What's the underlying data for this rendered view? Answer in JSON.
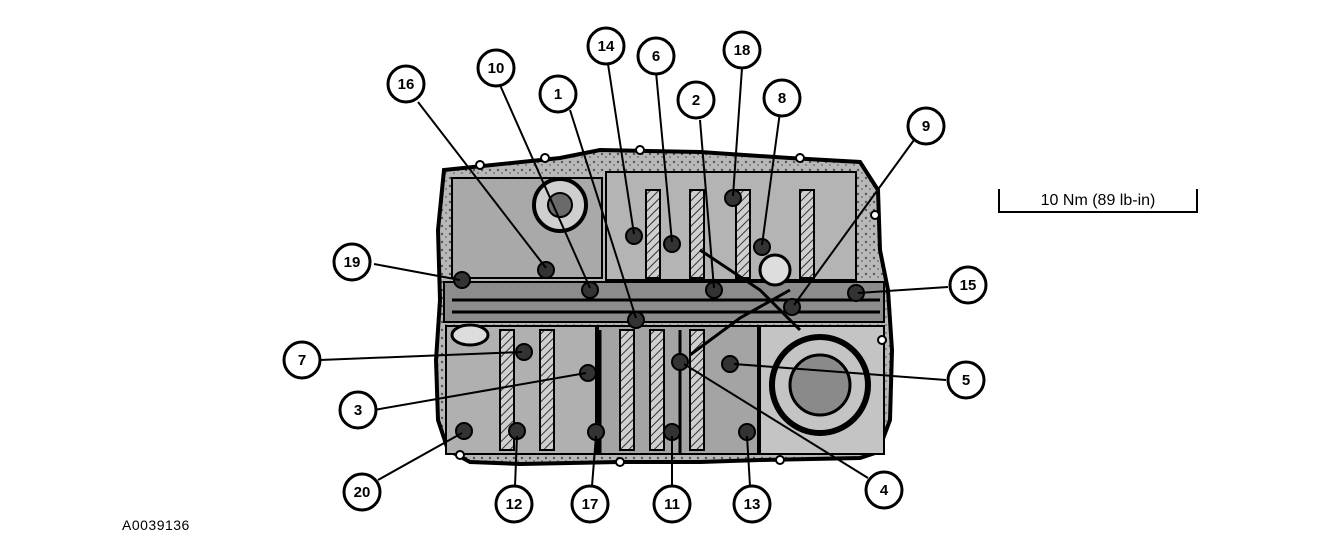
{
  "torque_spec": "10 Nm (89 lb-in)",
  "figure_id": "A0039136",
  "callouts": [
    "1",
    "2",
    "3",
    "4",
    "5",
    "6",
    "7",
    "8",
    "9",
    "10",
    "11",
    "12",
    "13",
    "14",
    "15",
    "16",
    "17",
    "18",
    "19",
    "20"
  ],
  "colors": {
    "ink": "#000000",
    "paper": "#ffffff",
    "body_gray": "#9a9a9a",
    "dark": "#222222"
  }
}
